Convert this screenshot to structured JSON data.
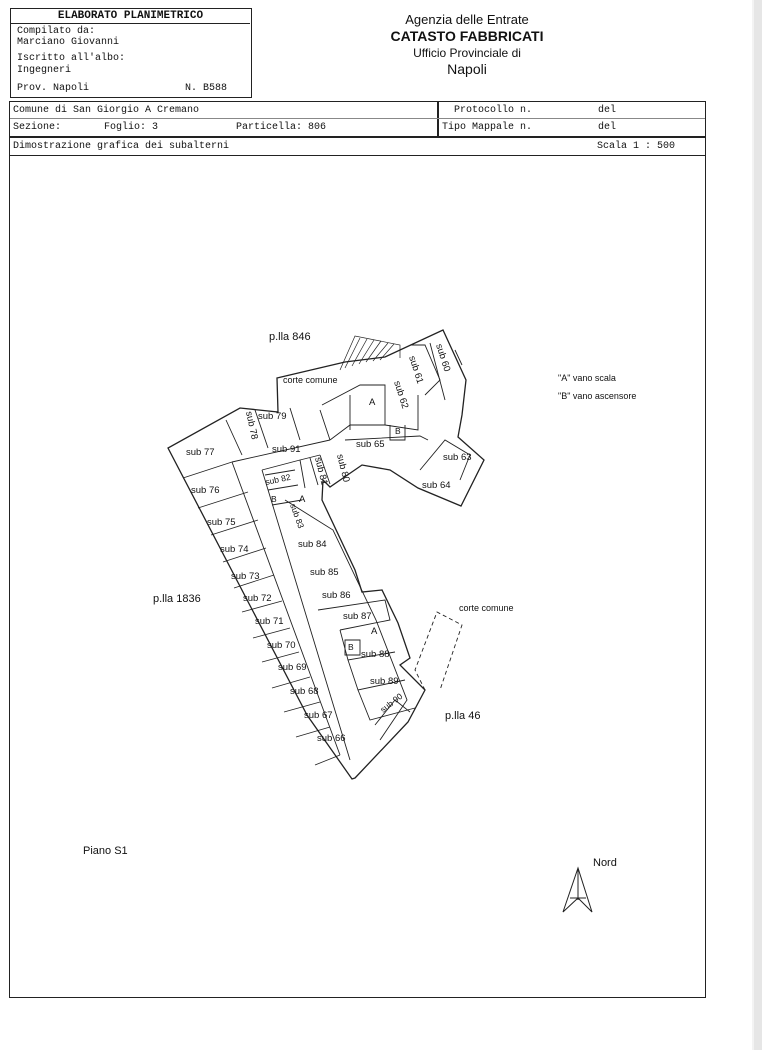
{
  "compiler_box": {
    "title": "ELABORATO PLANIMETRICO",
    "compiled_by_label": "Compilato da:",
    "compiled_by": "Marciano Giovanni",
    "registry_label": "Iscritto all'albo:",
    "registry": "Ingegneri",
    "province": "Prov. Napoli",
    "number": "N. B588"
  },
  "agency": {
    "line1": "Agenzia delle Entrate",
    "line2": "CATASTO FABBRICATI",
    "line3": "Ufficio Provinciale di",
    "line4": "Napoli"
  },
  "info": {
    "comune": "Comune di San Giorgio A Cremano",
    "sezione": "Sezione:",
    "foglio": "Foglio: 3",
    "particella": "Particella: 806",
    "protocollo": "Protocollo n.",
    "tipo_mappale": "Tipo Mappale n.",
    "del1": "del",
    "del2": "del",
    "dimostrazione": "Dimostrazione grafica dei subalterni",
    "scala": "Scala 1 : 500"
  },
  "plan": {
    "labels": {
      "pla_846": "p.lla  846",
      "pla_1836": "p.lla 1836",
      "pla_46": "p.lla 46",
      "corte_comune_1": "corte comune",
      "corte_comune_2": "corte comune",
      "legend_a": "\"A\" vano scala",
      "legend_b": "\"B\" vano ascensore",
      "piano": "Piano S1",
      "nord": "Nord"
    },
    "subs": {
      "s60": "sub 60",
      "s61": "sub 61",
      "s62": "sub 62",
      "s63": "sub 63",
      "s64": "sub 64",
      "s65": "sub 65",
      "s66": "sub 66",
      "s67": "sub 67",
      "s68": "sub 68",
      "s69": "sub 69",
      "s70": "sub 70",
      "s71": "sub 71",
      "s72": "sub 72",
      "s73": "sub 73",
      "s74": "sub 74",
      "s75": "sub 75",
      "s76": "sub 76",
      "s77": "sub 77",
      "s78": "sub 78",
      "s79": "sub 79",
      "s80": "sub 80",
      "s81": "sub 81",
      "s82": "sub 82",
      "s83": "sub 83",
      "s84": "sub 84",
      "s85": "sub 85",
      "s86": "sub 86",
      "s87": "sub 87",
      "s88": "sub 88",
      "s89": "sub 89",
      "s90": "sub 90",
      "s91": "sub 91"
    },
    "marks": {
      "a": "A",
      "b": "B"
    }
  }
}
